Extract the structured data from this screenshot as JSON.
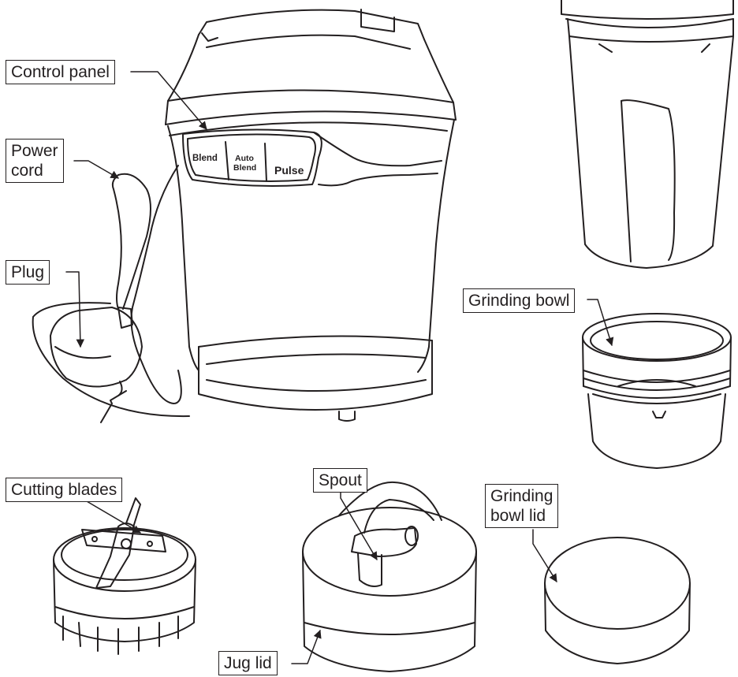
{
  "labels": {
    "control_panel": "Control panel",
    "power_cord": [
      "Power",
      "cord"
    ],
    "plug": "Plug",
    "grinding_bowl": "Grinding bowl",
    "cutting_blades": "Cutting blades",
    "spout": "Spout",
    "grinding_bowl_lid": [
      "Grinding",
      "bowl lid"
    ],
    "jug_lid": "Jug lid"
  },
  "control_buttons": {
    "blend": "Blend",
    "auto_blend": [
      "Auto",
      "Blend"
    ],
    "pulse": "Pulse"
  }
}
